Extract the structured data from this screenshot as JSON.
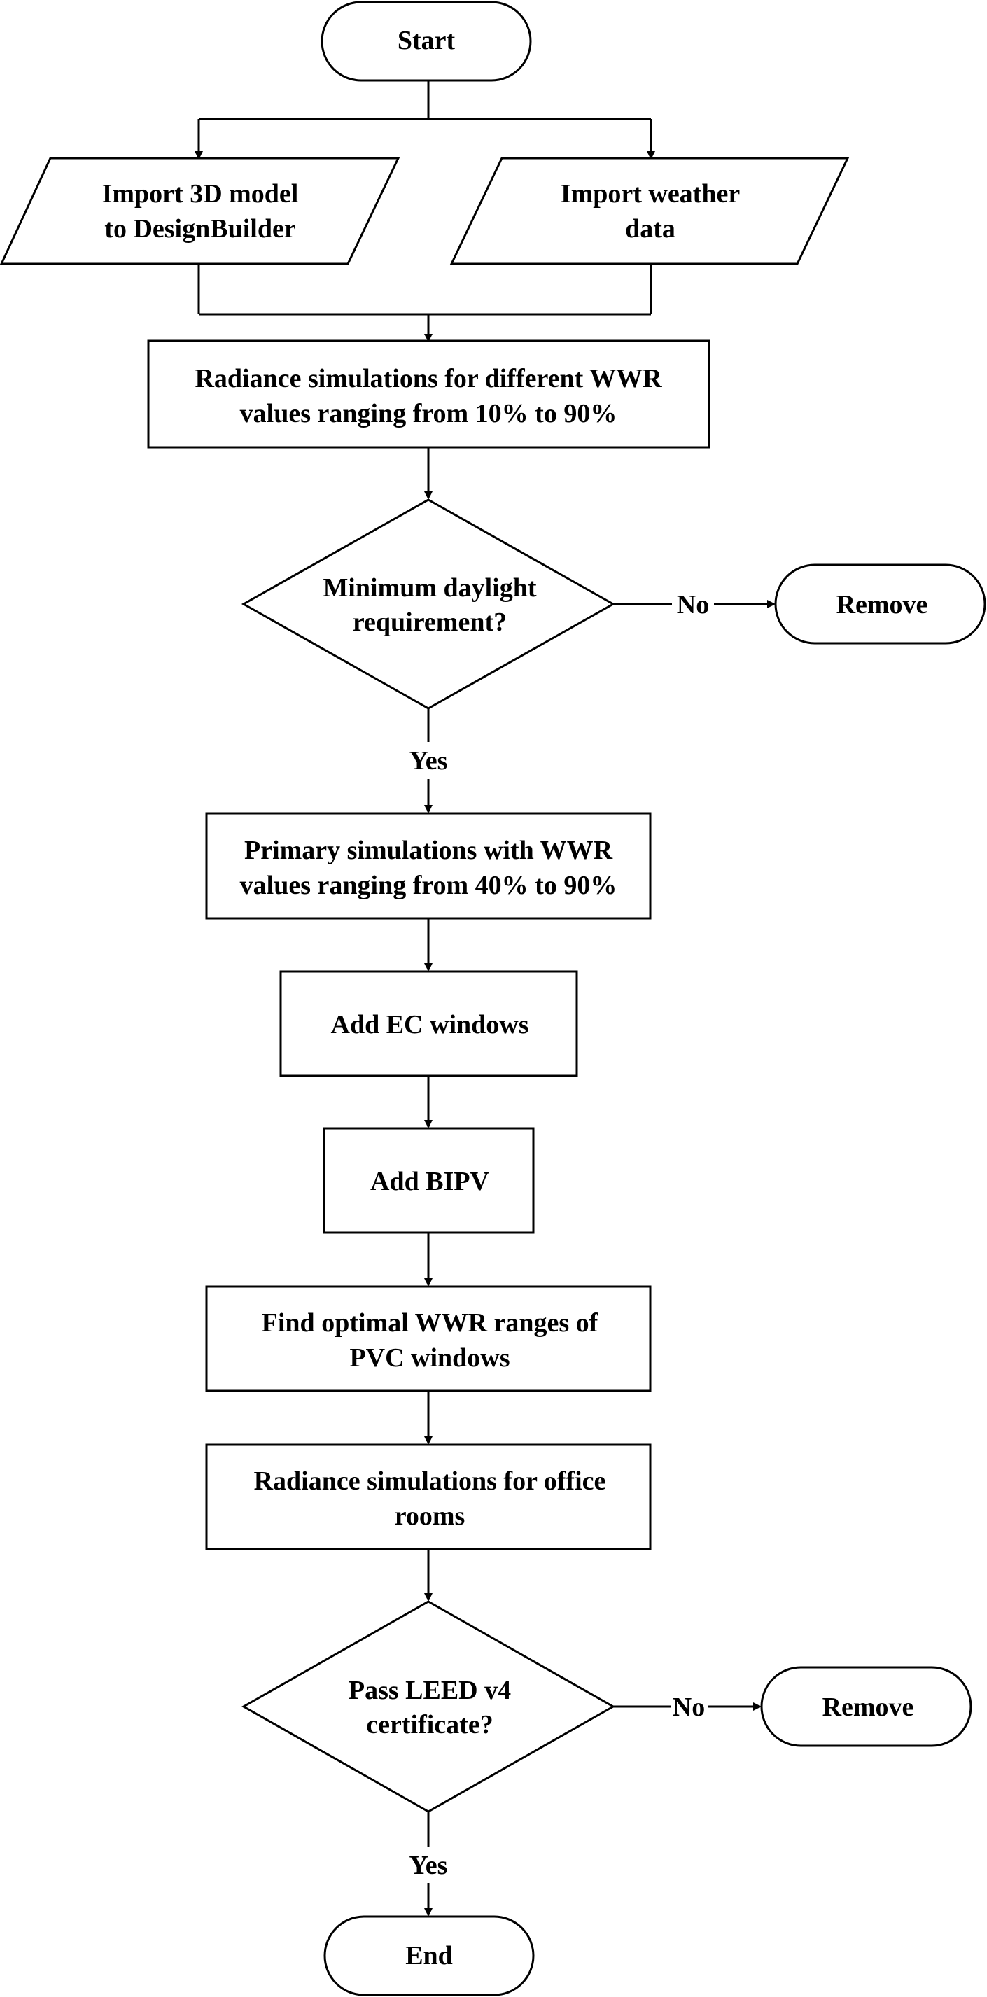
{
  "nodes": {
    "start": "Start",
    "import_model": [
      "Import 3D model",
      "to DesignBuilder"
    ],
    "import_weather": [
      "Import weather",
      "data"
    ],
    "radiance_wwr": [
      "Radiance simulations for different WWR",
      "values ranging from 10% to 90%"
    ],
    "daylight_decision": [
      "Minimum daylight",
      "requirement?"
    ],
    "remove_1": "Remove",
    "primary_sim": [
      "Primary simulations with WWR",
      "values ranging from 40% to 90%"
    ],
    "add_ec": "Add EC windows",
    "add_bipv": "Add BIPV",
    "find_optimal": [
      "Find optimal WWR ranges of",
      "PVC windows"
    ],
    "radiance_office": [
      "Radiance simulations for office",
      "rooms"
    ],
    "leed_decision": [
      "Pass LEED v4",
      "certificate?"
    ],
    "remove_2": "Remove",
    "end": "End"
  },
  "edge_labels": {
    "daylight_no": "No",
    "daylight_yes": "Yes",
    "leed_no": "No",
    "leed_yes": "Yes"
  }
}
